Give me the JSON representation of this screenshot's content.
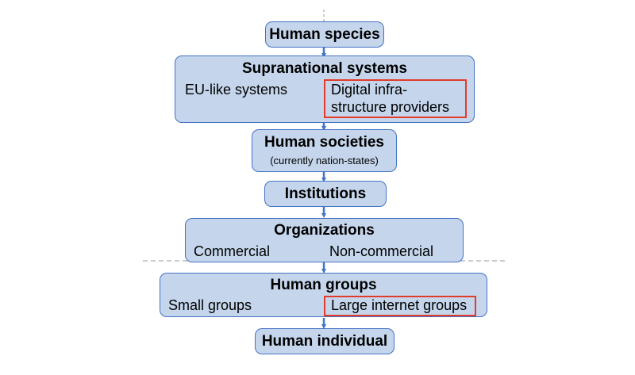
{
  "nodes": {
    "human_species": {
      "title": "Human species"
    },
    "supranational": {
      "title": "Supranational systems",
      "left": "EU-like systems",
      "right_line1": "Digital infra-",
      "right_line2": "structure providers"
    },
    "societies": {
      "title": "Human societies",
      "subtitle": "(currently nation-states)"
    },
    "institutions": {
      "title": "Institutions"
    },
    "organizations": {
      "title": "Organizations",
      "left": "Commercial",
      "right": "Non-commercial"
    },
    "groups": {
      "title": "Human groups",
      "left": "Small groups",
      "right": "Large internet groups"
    },
    "individual": {
      "title": "Human individual"
    }
  },
  "colors": {
    "box_fill": "#c5d6ec",
    "box_border": "#4472c4",
    "highlight": "#e23b2a",
    "divider": "#9a9a9a"
  }
}
